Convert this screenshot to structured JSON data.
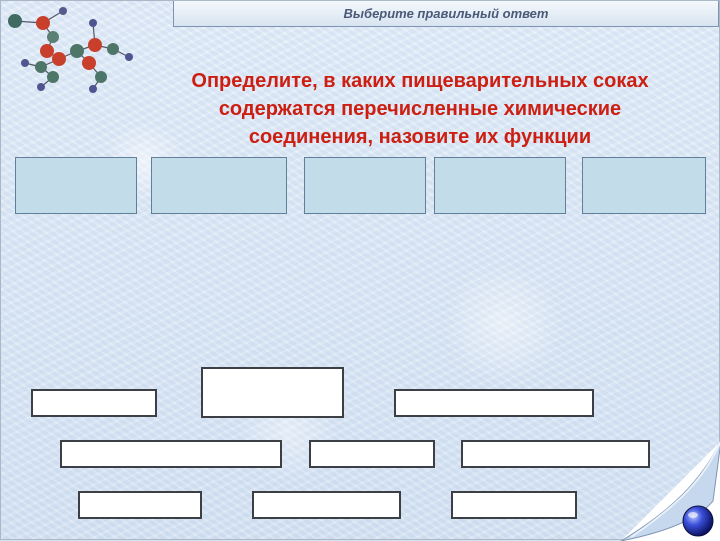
{
  "header": {
    "title": "Выберите правильный ответ"
  },
  "question": {
    "lines": [
      "Определите, в каких пищеварительных соках",
      "содержатся перечисленные химические",
      "соединения, назовите их функции"
    ]
  },
  "colors": {
    "question_text": "#cc1f12",
    "answer_box_fill": "#c3dcea",
    "blank_border": "#3c3f44",
    "header_text": "#4a5a78"
  },
  "icons": {
    "decoration": "molecule-icon",
    "navigation": "next-slide-ball-icon"
  }
}
